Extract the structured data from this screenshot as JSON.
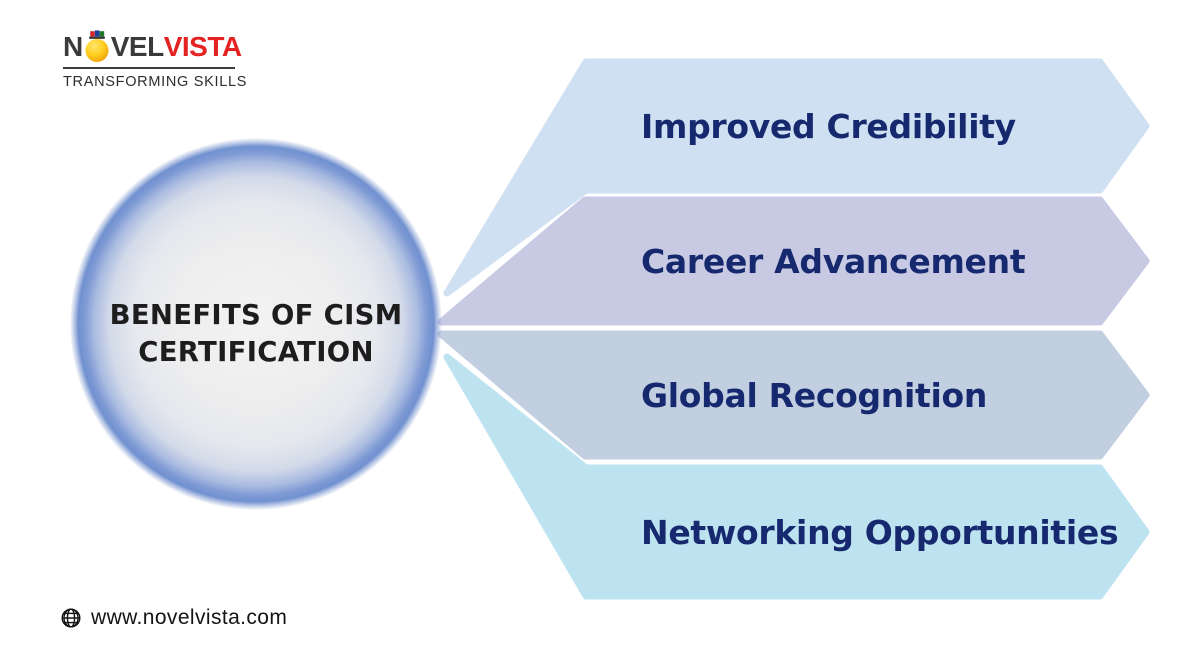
{
  "logo": {
    "part_n": "N",
    "part_vel": "VEL",
    "part_vista": "VISTA",
    "tagline": "TRANSFORMING SKILLS",
    "colors": {
      "novel_text": "#3a3a3a",
      "vista_text": "#e32221",
      "bulb_yellow": "#ffc911"
    }
  },
  "diagram": {
    "center_title_line1": "BENEFITS OF CISM",
    "center_title_line2": "CERTIFICATION",
    "label_text_color": "#17296e",
    "circle_edge_color": "#6e8fd1",
    "benefits": [
      {
        "label": "Improved Credibility",
        "color": "#cfe0f2"
      },
      {
        "label": "Career Advancement",
        "color": "#c8cae4"
      },
      {
        "label": "Global Recognition",
        "color": "#c2cfe1"
      },
      {
        "label": "Networking Opportunities",
        "color": "#bee3f0"
      }
    ]
  },
  "footer": {
    "website": "www.novelvista.com"
  }
}
